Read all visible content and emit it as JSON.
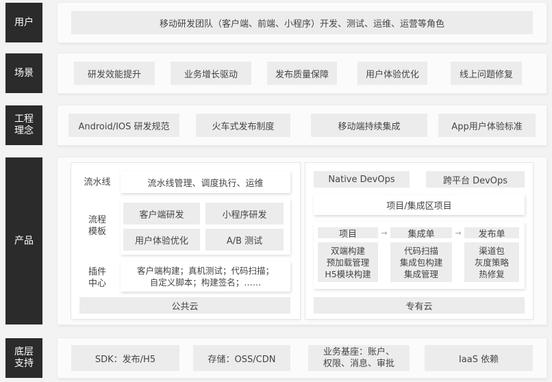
{
  "rows": {
    "user": {
      "label": "用户",
      "text": "移动研发团队（客户端、前端、小程序）开发、测试、运维、运营等角色"
    },
    "scene": {
      "label": "场景",
      "items": [
        "研发效能提升",
        "业务增长驱动",
        "发布质量保障",
        "用户体验优化",
        "线上问题修复"
      ]
    },
    "concept": {
      "label": "工程\n理念",
      "items": [
        "Android/IOS 研发规范",
        "火车式发布制度",
        "移动端持续集成",
        "App用户体验标准"
      ]
    },
    "product": {
      "label": "产品",
      "public": {
        "pipeline_label": "流水线",
        "pipeline_text": "流水线管理、调度执行、运维",
        "template_label": "流程\n模板",
        "templates": [
          "客户端研发",
          "小程序研发",
          "用户体验优化",
          "A/B 测试"
        ],
        "plugin_label": "插件\n中心",
        "plugin_text": "客户端构建；真机测试；代码扫描；\n自定义脚本；构建签名；……",
        "footer": "公共云"
      },
      "private": {
        "tabs": [
          "Native DevOps",
          "跨平台 DevOps"
        ],
        "project_area": "项目/集成区项目",
        "flow": [
          "项目",
          "集成单",
          "发布单"
        ],
        "arrow": "→",
        "columns": [
          "双端构建\n预加载管理\nH5模块构建",
          "代码扫描\n集成包构建\n集成管理",
          "渠道包\n灰度策略\n热修复"
        ],
        "footer": "专有云"
      }
    },
    "base": {
      "label": "底层\n支持",
      "items": [
        "SDK：发布/H5",
        "存储：OSS/CDN",
        "业务基座：账户、\n权限、消息、审批",
        "IaaS 依赖"
      ]
    }
  }
}
